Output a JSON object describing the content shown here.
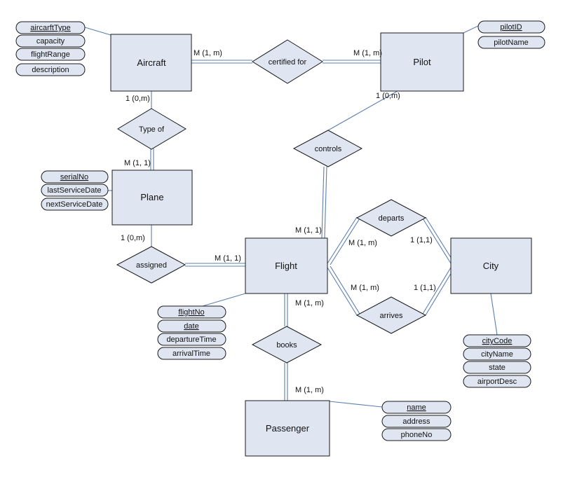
{
  "entities": {
    "aircraft": "Aircraft",
    "pilot": "Pilot",
    "plane": "Plane",
    "flight": "Flight",
    "city": "City",
    "passenger": "Passenger"
  },
  "relationships": {
    "certified_for": "certified for",
    "type_of": "Type of",
    "controls": "controls",
    "assigned": "assigned",
    "departs": "departs",
    "arrives": "arrives",
    "books": "books"
  },
  "attributes": {
    "aircraft": [
      {
        "name": "aircarftType",
        "key": true
      },
      {
        "name": "capacity",
        "key": false
      },
      {
        "name": "flightRange",
        "key": false
      },
      {
        "name": "description",
        "key": false
      }
    ],
    "pilot": [
      {
        "name": "pilotID",
        "key": true
      },
      {
        "name": "pilotName",
        "key": false
      }
    ],
    "plane": [
      {
        "name": "serialNo",
        "key": true
      },
      {
        "name": "lastServiceDate",
        "key": false
      },
      {
        "name": "nextServiceDate",
        "key": false
      }
    ],
    "flight": [
      {
        "name": "flightNo",
        "key": true
      },
      {
        "name": "date",
        "key": true
      },
      {
        "name": "departureTime",
        "key": false
      },
      {
        "name": "arrivalTime",
        "key": false
      }
    ],
    "city": [
      {
        "name": "cityCode",
        "key": true
      },
      {
        "name": "cityName",
        "key": false
      },
      {
        "name": "state",
        "key": false
      },
      {
        "name": "airportDesc",
        "key": false
      }
    ],
    "passenger": [
      {
        "name": "name",
        "key": true
      },
      {
        "name": "address",
        "key": false
      },
      {
        "name": "phoneNo",
        "key": false
      }
    ]
  },
  "cardinalities": {
    "aircraft_certified": "M (1, m)",
    "pilot_certified": "M (1, m)",
    "aircraft_typeof": "1 (0,m)",
    "plane_typeof": "M (1, 1)",
    "pilot_controls": "1 (0,m)",
    "flight_controls": "M (1, 1)",
    "plane_assigned": "1 (0,m)",
    "flight_assigned": "M (1, 1)",
    "flight_departs": "M (1, m)",
    "city_departs": "1 (1,1)",
    "flight_arrives": "M (1, m)",
    "city_arrives": "1 (1,1)",
    "flight_books": "M (1, m)",
    "passenger_books": "M (1, m)"
  }
}
